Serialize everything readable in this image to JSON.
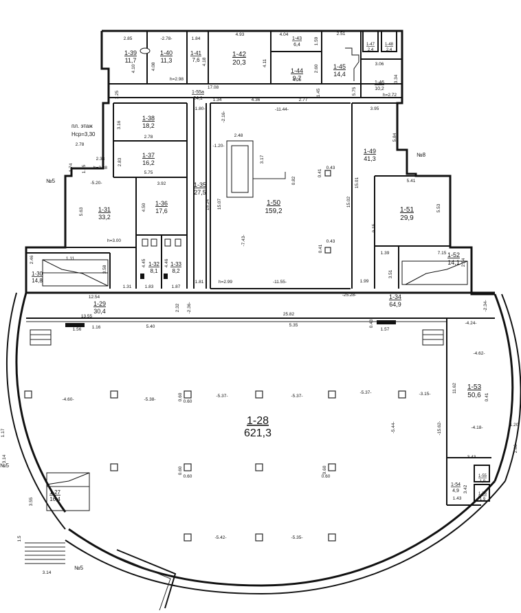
{
  "plan": {
    "north_markers": [
      "№8",
      "№5",
      "№5",
      "№5"
    ],
    "ceiling_note": [
      "пл. этаж",
      "Нср=3,30"
    ],
    "rooms": [
      {
        "id": "1-39",
        "area": "11,7"
      },
      {
        "id": "1-40",
        "area": "11,3"
      },
      {
        "id": "1-41",
        "area": "7,6"
      },
      {
        "id": "1-42",
        "area": "20,3"
      },
      {
        "id": "1-43",
        "area": "6,4"
      },
      {
        "id": "1-44",
        "area": "9,7"
      },
      {
        "id": "1-45",
        "area": "14,4"
      },
      {
        "id": "1-46",
        "area": "10,2"
      },
      {
        "id": "1-47",
        "area": "2,4"
      },
      {
        "id": "1-48",
        "area": "2,4"
      },
      {
        "id": "1-55а",
        "area": "24,1"
      },
      {
        "id": "1-38",
        "area": "18,2"
      },
      {
        "id": "1-37",
        "area": "16,2"
      },
      {
        "id": "1-36",
        "area": "17,6"
      },
      {
        "id": "1-35",
        "area": "27,5"
      },
      {
        "id": "1-31",
        "area": "33,2"
      },
      {
        "id": "1-32",
        "area": "8,1"
      },
      {
        "id": "1-33",
        "area": "8,2"
      },
      {
        "id": "1-50",
        "area": "159,2"
      },
      {
        "id": "1-49",
        "area": "41,3"
      },
      {
        "id": "1-51",
        "area": "29,9"
      },
      {
        "id": "1-52",
        "area": "14,1"
      },
      {
        "id": "1-30",
        "area": "14,8"
      },
      {
        "id": "1-29",
        "area": "30,4"
      },
      {
        "id": "1-34",
        "area": "64,9"
      },
      {
        "id": "1-28",
        "area": "621,3"
      },
      {
        "id": "1-53",
        "area": "50,6"
      },
      {
        "id": "1-54",
        "area": "4,9"
      },
      {
        "id": "1-55",
        "area": "1,9"
      },
      {
        "id": "1-56",
        "area": "1,9"
      },
      {
        "id": "1-27",
        "area": "16,4"
      }
    ],
    "dimensions": {
      "d1": "2.85",
      "d2": "-2.78-",
      "d3": "1.84",
      "d4": "4.93",
      "d5": "4.04",
      "d6": "2.51",
      "d7": "4.10",
      "d8": "4.08",
      "d9": "4.18",
      "d10": "4.11",
      "d11": "2.60",
      "d12": "4.05",
      "d13": "3.06",
      "d14": "3.34",
      "d15": "1.59",
      "d16": "h=2.98",
      "d17": "17.08",
      "d18": "1.34",
      "d19": "4.36",
      "d20": "2.77",
      "d21": "1.45",
      "d22": "5.75",
      "d23": "h=2.72",
      "d24": "1.25",
      "d25": "-1.80-",
      "d26": "-2.16-",
      "d27": "-11.44-",
      "d28": "3.95",
      "d29": "3.16",
      "d30": "2.78",
      "d31": "2.83",
      "d32": "5.75",
      "d33": "-1.20-",
      "d34": "2.48",
      "d35": "3.17",
      "d36": "0.43",
      "d37": "0.41",
      "d38": "5.84",
      "d39": "1.74",
      "d40": "1.25",
      "d41": "2.33",
      "d42": "h=2.88",
      "d43": "2.78",
      "d44": "-5.20-",
      "d45": "3.92",
      "d46": "0.82",
      "d47": "15.02",
      "d48": "15.01",
      "d49": "5.41",
      "d50": "5.63",
      "d51": "4.50",
      "d52": "15.24",
      "d53": "15.07",
      "d54": "5.53",
      "d55": "9.15",
      "d56": "h=3.00",
      "d57": "-7.43-",
      "d58": "0.43",
      "d59": "0.41",
      "d60": "2.46",
      "d61": "1.11",
      "d62": "3.58",
      "d63": "4.45",
      "d64": "4.46",
      "d65": "1.39",
      "d66": "7.15",
      "d67": "2.54",
      "d68": "3.51",
      "d69": "1.31",
      "d70": "1.83",
      "d71": "1.87",
      "d72": "1.81",
      "d73": "h=2.99",
      "d74": "-11.55-",
      "d75": "1.99",
      "d76": "12.54",
      "d77": "2.32",
      "d78": "-2.36-",
      "d79": "-25.28-",
      "d80": "-2.34-",
      "d81": "13.55",
      "d82": "25.82",
      "d83": "1.56",
      "d84": "1.16",
      "d85": "5.40",
      "d86": "5.35",
      "d87": "0.43",
      "d88": "1.57",
      "d89": "-4.24-",
      "d90": "-4.62-",
      "d91": "-4.60-",
      "d92": "-5.38-",
      "d93": "0.60",
      "d94": "-5.37-",
      "d95": "-5.37-",
      "d96": "-5.37-",
      "d97": "-3.15-",
      "d98": "11.62",
      "d99": "-15.62-",
      "d100": "-5.44-",
      "d101": "-4.18-",
      "d102": "1.20",
      "d103": "2.66",
      "d104": "3.43",
      "d105": "0.60",
      "d106": "0.60",
      "d107": "1.43",
      "d108": "3.42",
      "d109": "-5.42-",
      "d110": "-5.35-",
      "d111": "0.60",
      "d112": "0.60",
      "d113": "0.60",
      "d114": "1.17",
      "d115": "3.14",
      "d116": "3.55",
      "d117": "1.5",
      "d118": "3.14",
      "d119": "0.41"
    }
  }
}
